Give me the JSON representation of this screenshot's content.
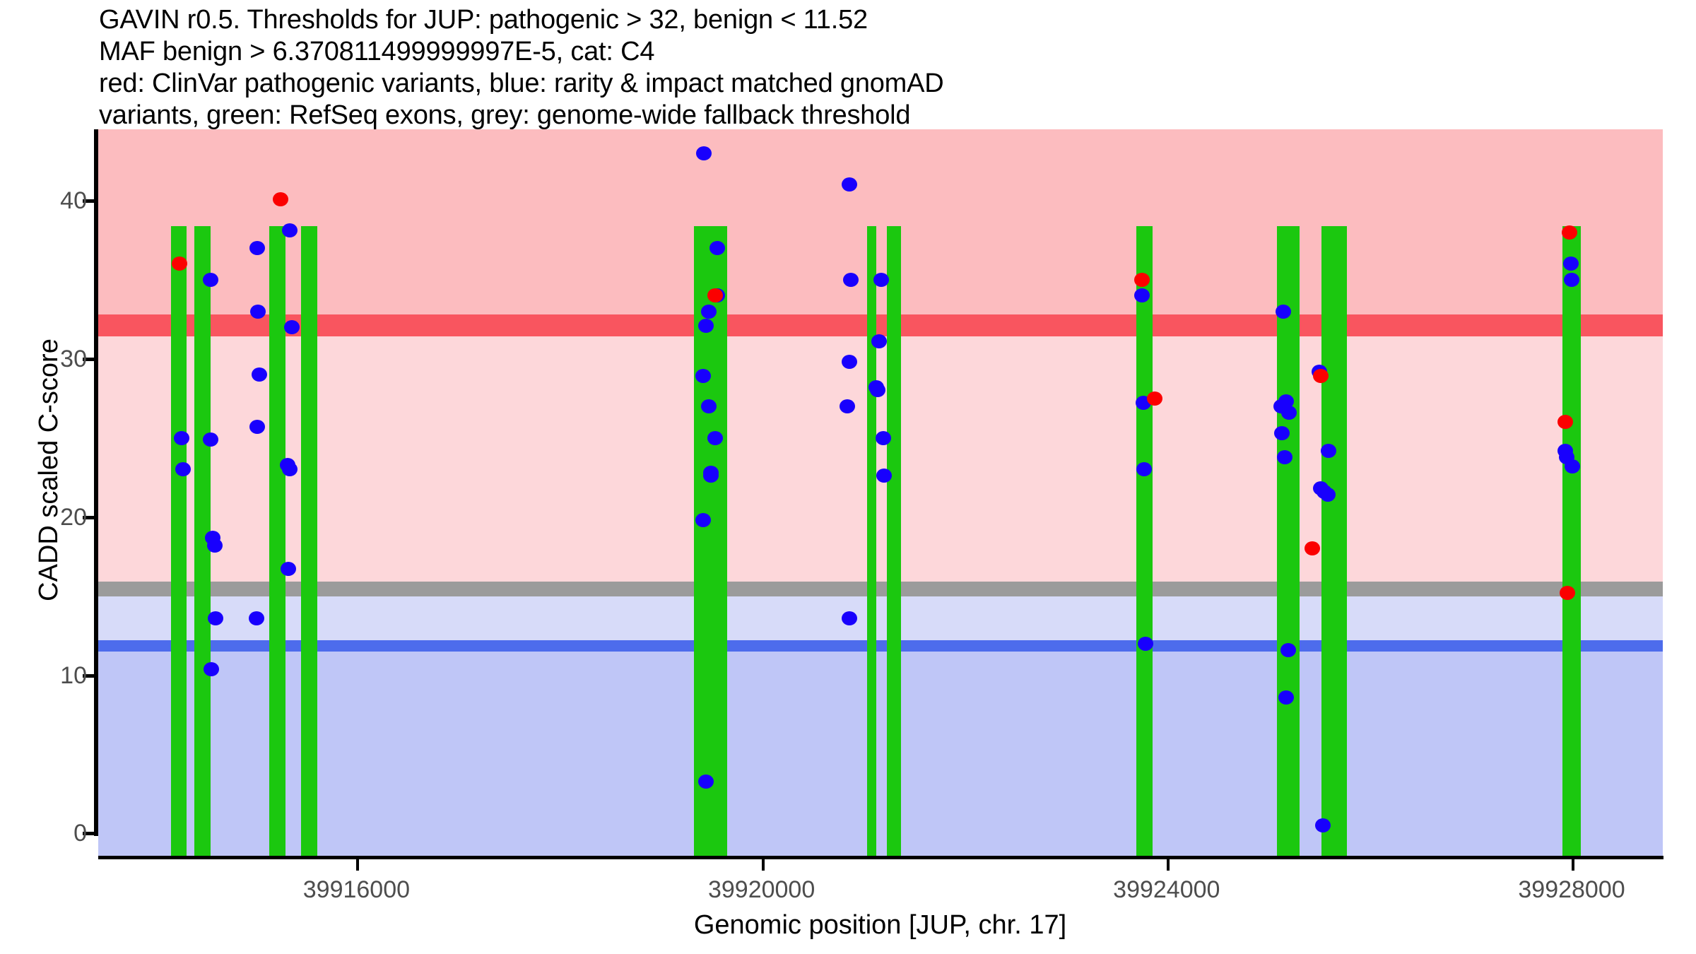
{
  "title": {
    "lines": [
      "GAVIN r0.5. Thresholds for JUP: pathogenic > 32, benign < 11.52",
      "MAF benign > 6.370811499999997E-5, cat: C4",
      "red: ClinVar pathogenic variants, blue: rarity & impact matched gnomAD",
      "variants, green: RefSeq exons, grey: genome-wide fallback threshold"
    ]
  },
  "chart_data": {
    "type": "scatter",
    "title": "GAVIN r0.5. Thresholds for JUP: pathogenic > 32, benign < 11.52",
    "xlabel": "Genomic position [JUP, chr. 17]",
    "ylabel": "CADD scaled C-score",
    "xlim": [
      39913450,
      39928900
    ],
    "ylim": [
      -1.5,
      44.5
    ],
    "xticks": [
      39916000,
      39920000,
      39924000,
      39928000
    ],
    "xticklabels": [
      "39916000",
      "39920000",
      "39924000",
      "39928000"
    ],
    "yticks": [
      0,
      10,
      20,
      30,
      40
    ],
    "yticklabels": [
      "0",
      "10",
      "20",
      "30",
      "40"
    ],
    "grid": false,
    "legend": "none",
    "gene": "JUP",
    "chromosome": "17",
    "tool_version": "GAVIN r0.5",
    "pathogenic_threshold": 32,
    "benign_threshold": 11.52,
    "maf_benign_threshold": "6.370811499999997E-5",
    "category": "C4",
    "genome_wide_fallback_threshold": 15.2,
    "colors": {
      "pathogenic_point": "#fb0000",
      "benign_point": "#1800fd",
      "exon": "#1bc80f",
      "pathogenic_band": "#fcbcbf",
      "pathogenic_line": "#f9555f",
      "intermediate_band": "#fdd7da",
      "fallback_line": "#9b9b9b",
      "benign_upper_band": "#d7dbf9",
      "benign_line": "#4d6cec",
      "benign_band": "#bfc6f7"
    },
    "series": [
      {
        "name": "ClinVar pathogenic variants",
        "color": "#fb0000",
        "points": [
          {
            "x": 39914250,
            "y": 36.0
          },
          {
            "x": 39915250,
            "y": 40.1
          },
          {
            "x": 39919540,
            "y": 34.0
          },
          {
            "x": 39923760,
            "y": 35.0
          },
          {
            "x": 39923880,
            "y": 27.5
          },
          {
            "x": 39925520,
            "y": 28.9
          },
          {
            "x": 39925440,
            "y": 18.0
          },
          {
            "x": 39927980,
            "y": 38.0
          },
          {
            "x": 39927940,
            "y": 26.0
          },
          {
            "x": 39927960,
            "y": 15.2
          }
        ]
      },
      {
        "name": "rarity & impact matched gnomAD variants",
        "color": "#1800fd",
        "points": [
          {
            "x": 39914270,
            "y": 25.0
          },
          {
            "x": 39914290,
            "y": 23.0
          },
          {
            "x": 39914560,
            "y": 35.0
          },
          {
            "x": 39914560,
            "y": 24.9
          },
          {
            "x": 39914580,
            "y": 18.7
          },
          {
            "x": 39914600,
            "y": 18.2
          },
          {
            "x": 39914610,
            "y": 13.6
          },
          {
            "x": 39914570,
            "y": 10.4
          },
          {
            "x": 39915020,
            "y": 37.0
          },
          {
            "x": 39915030,
            "y": 33.0
          },
          {
            "x": 39915040,
            "y": 29.0
          },
          {
            "x": 39915020,
            "y": 25.7
          },
          {
            "x": 39915010,
            "y": 13.6
          },
          {
            "x": 39915340,
            "y": 38.1
          },
          {
            "x": 39915360,
            "y": 32.0
          },
          {
            "x": 39915320,
            "y": 23.3
          },
          {
            "x": 39915340,
            "y": 23.0
          },
          {
            "x": 39915330,
            "y": 16.7
          },
          {
            "x": 39919430,
            "y": 43.0
          },
          {
            "x": 39919560,
            "y": 37.0
          },
          {
            "x": 39919560,
            "y": 34.0
          },
          {
            "x": 39919480,
            "y": 33.0
          },
          {
            "x": 39919450,
            "y": 32.1
          },
          {
            "x": 39919420,
            "y": 28.9
          },
          {
            "x": 39919480,
            "y": 27.0
          },
          {
            "x": 39919540,
            "y": 25.0
          },
          {
            "x": 39919500,
            "y": 22.8
          },
          {
            "x": 39919500,
            "y": 22.6
          },
          {
            "x": 39919420,
            "y": 19.8
          },
          {
            "x": 39919450,
            "y": 3.3
          },
          {
            "x": 39920870,
            "y": 41.0
          },
          {
            "x": 39920880,
            "y": 35.0
          },
          {
            "x": 39921180,
            "y": 35.0
          },
          {
            "x": 39920870,
            "y": 29.8
          },
          {
            "x": 39921160,
            "y": 31.1
          },
          {
            "x": 39920850,
            "y": 27.0
          },
          {
            "x": 39921130,
            "y": 28.2
          },
          {
            "x": 39921150,
            "y": 28.0
          },
          {
            "x": 39921200,
            "y": 25.0
          },
          {
            "x": 39921210,
            "y": 22.6
          },
          {
            "x": 39920870,
            "y": 13.6
          },
          {
            "x": 39923760,
            "y": 34.0
          },
          {
            "x": 39923770,
            "y": 27.2
          },
          {
            "x": 39923780,
            "y": 23.0
          },
          {
            "x": 39923790,
            "y": 12.0
          },
          {
            "x": 39925150,
            "y": 33.0
          },
          {
            "x": 39925130,
            "y": 27.0
          },
          {
            "x": 39925180,
            "y": 27.3
          },
          {
            "x": 39925210,
            "y": 26.6
          },
          {
            "x": 39925140,
            "y": 25.3
          },
          {
            "x": 39925170,
            "y": 23.8
          },
          {
            "x": 39925200,
            "y": 11.6
          },
          {
            "x": 39925180,
            "y": 8.6
          },
          {
            "x": 39925510,
            "y": 29.2
          },
          {
            "x": 39925600,
            "y": 24.2
          },
          {
            "x": 39925520,
            "y": 21.8
          },
          {
            "x": 39925560,
            "y": 21.6
          },
          {
            "x": 39925590,
            "y": 21.4
          },
          {
            "x": 39925540,
            "y": 0.5
          },
          {
            "x": 39927990,
            "y": 36.0
          },
          {
            "x": 39928000,
            "y": 35.0
          },
          {
            "x": 39927940,
            "y": 24.2
          },
          {
            "x": 39927950,
            "y": 23.8
          },
          {
            "x": 39928010,
            "y": 23.2
          }
        ]
      }
    ],
    "exons": [
      {
        "start": 39914170,
        "end": 39914320
      },
      {
        "start": 39914400,
        "end": 39914560
      },
      {
        "start": 39915140,
        "end": 39915300
      },
      {
        "start": 39915450,
        "end": 39915610
      },
      {
        "start": 39919330,
        "end": 39919660
      },
      {
        "start": 39921040,
        "end": 39921130
      },
      {
        "start": 39921240,
        "end": 39921380
      },
      {
        "start": 39923700,
        "end": 39923860
      },
      {
        "start": 39925090,
        "end": 39925310
      },
      {
        "start": 39925530,
        "end": 39925780
      },
      {
        "start": 39927910,
        "end": 39928090
      }
    ],
    "bands": [
      {
        "name": "pathogenic",
        "from": 32.8,
        "to": 44.5,
        "color": "#fcbcbf"
      },
      {
        "name": "pathogenic-threshold-line",
        "from": 31.4,
        "to": 32.8,
        "color": "#f9555f"
      },
      {
        "name": "intermediate",
        "from": 15.9,
        "to": 31.4,
        "color": "#fdd7da"
      },
      {
        "name": "fallback-threshold-line",
        "from": 15.0,
        "to": 15.9,
        "color": "#9b9b9b"
      },
      {
        "name": "benign-upper",
        "from": 12.2,
        "to": 15.0,
        "color": "#d7dbf9"
      },
      {
        "name": "benign-threshold-line",
        "from": 11.5,
        "to": 12.2,
        "color": "#4d6cec"
      },
      {
        "name": "benign",
        "from": -1.5,
        "to": 11.5,
        "color": "#bfc6f7"
      }
    ]
  }
}
